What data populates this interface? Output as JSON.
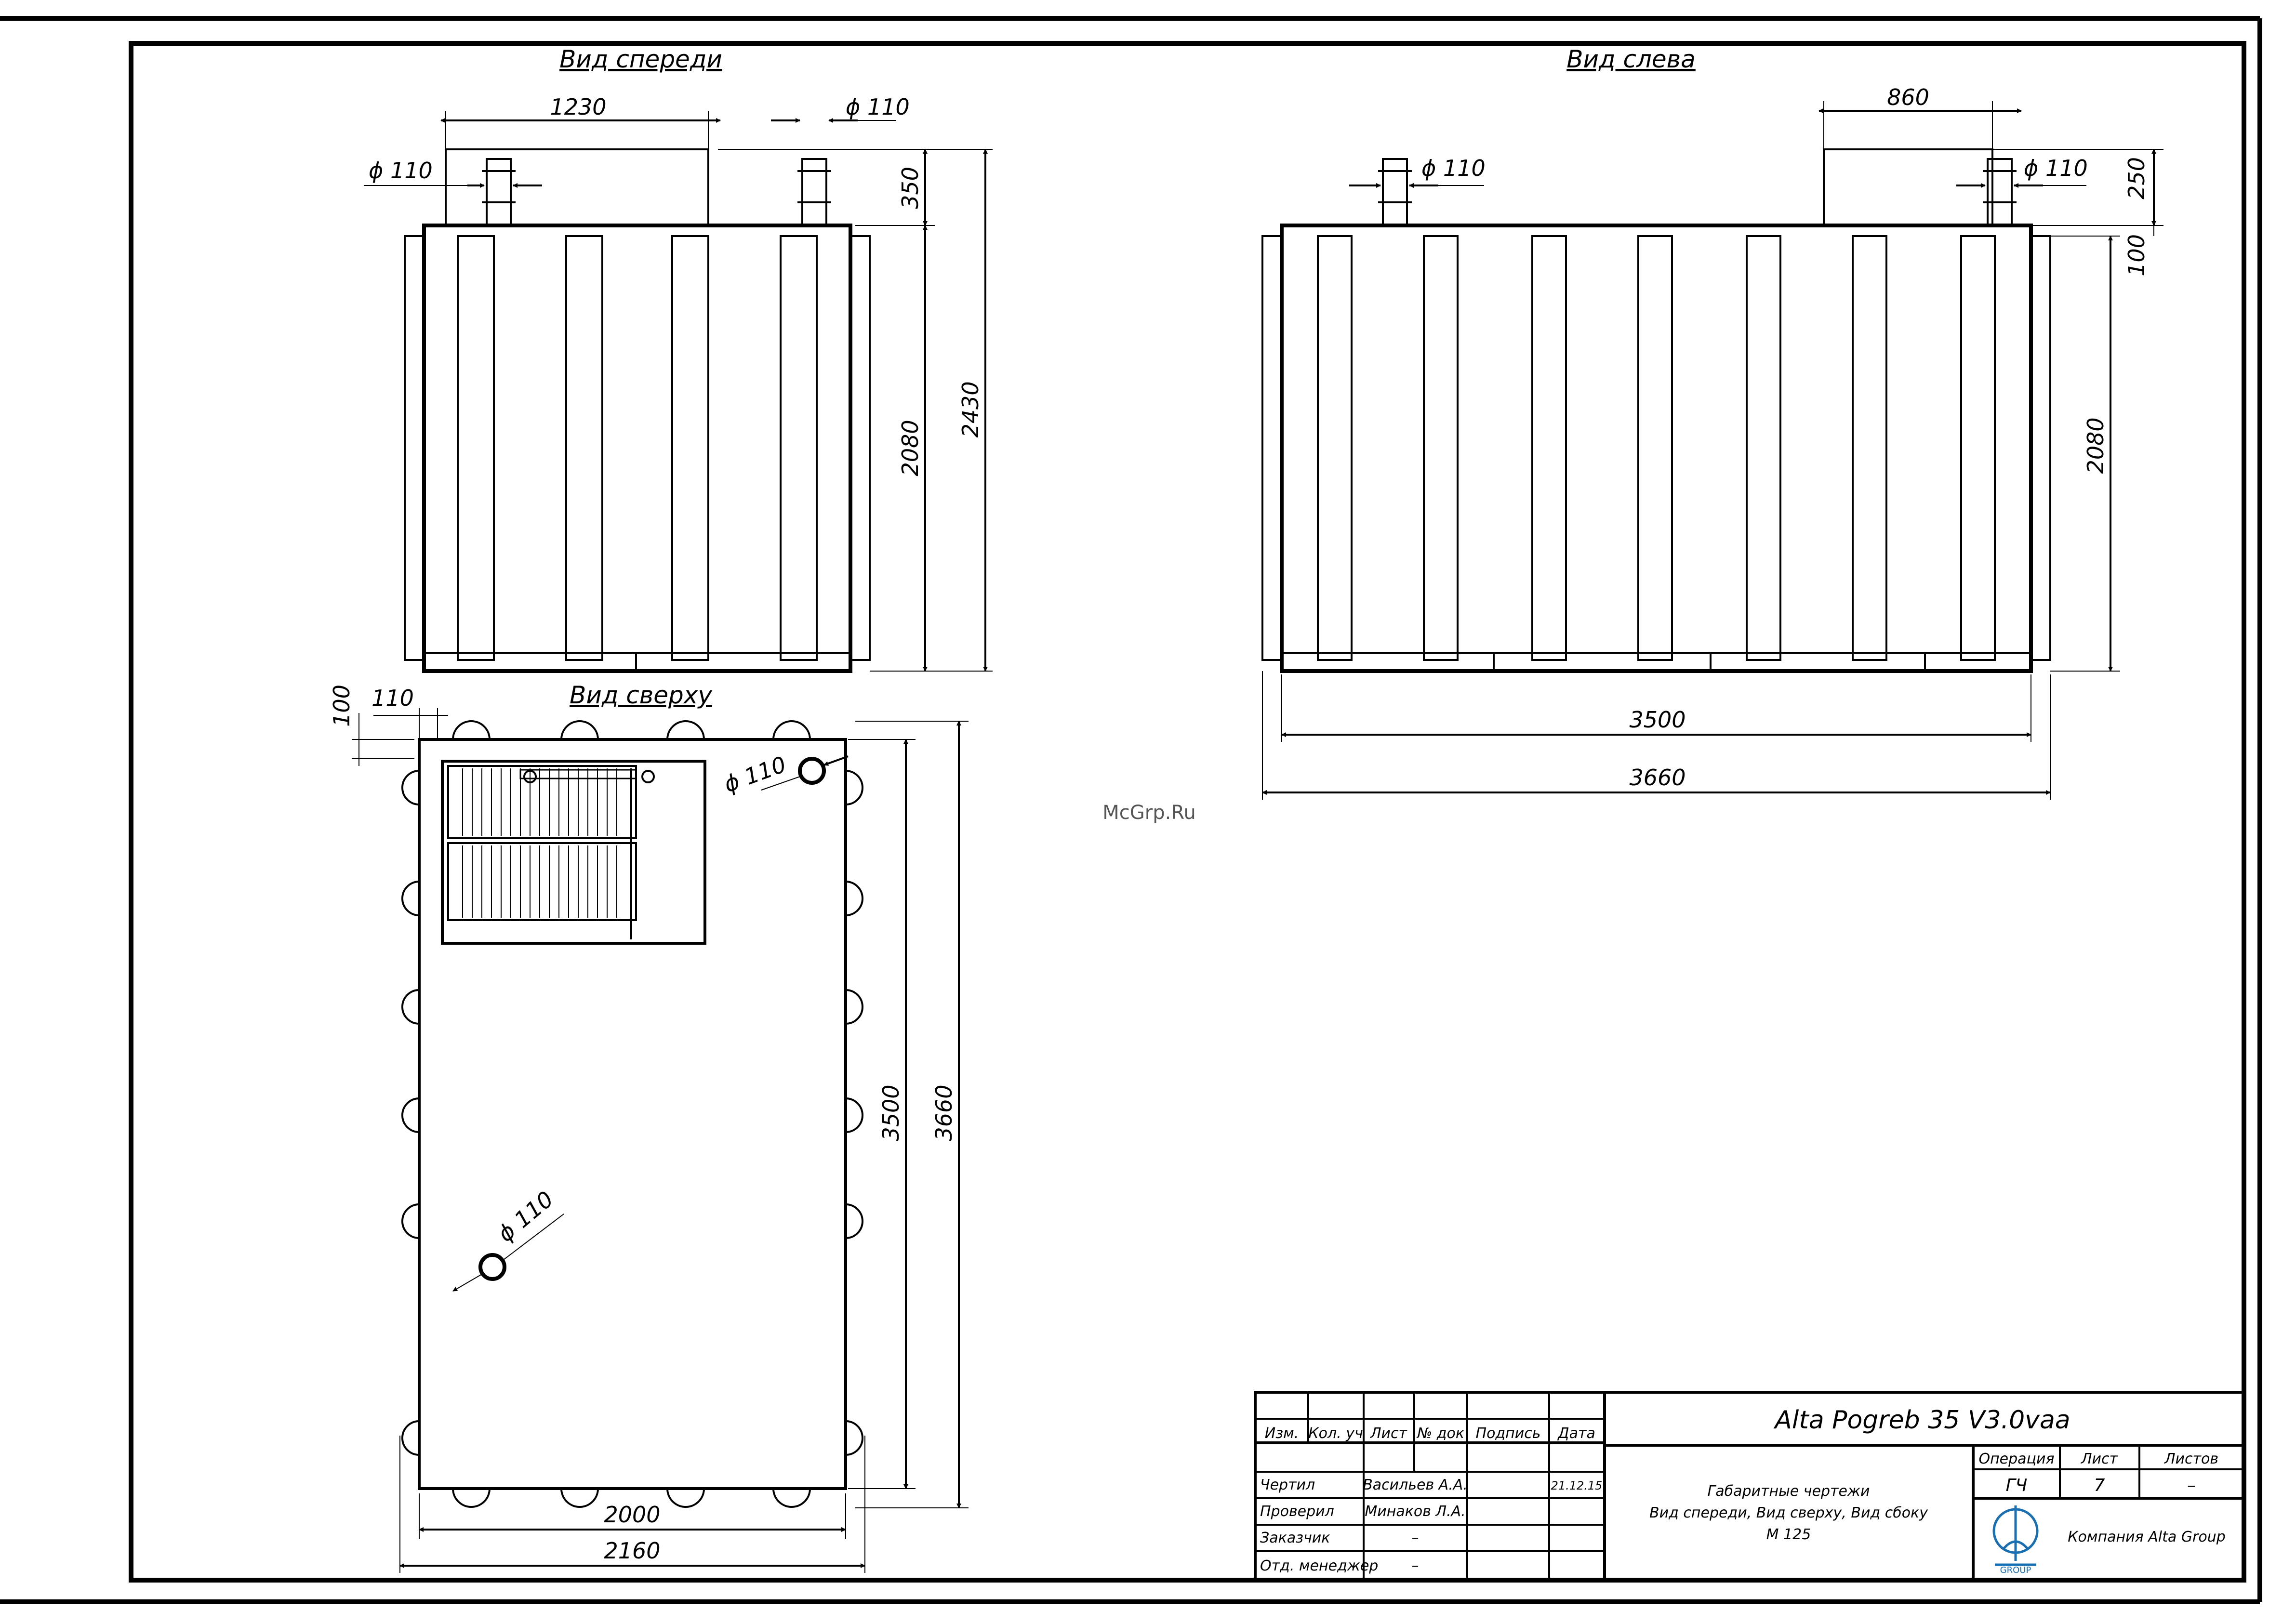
{
  "views": {
    "front": "Вид спереди",
    "left": "Вид слева",
    "top": "Вид сверху"
  },
  "dims": {
    "d110": "ϕ 110",
    "front_top_width": "1230",
    "front_neck_height": "350",
    "front_body_height": "2080",
    "front_total_height": "2430",
    "left_neck_width": "860",
    "left_neck_height": "250",
    "left_offset": "100",
    "left_body_height": "2080",
    "left_length_inner": "3500",
    "left_length_outer": "3660",
    "top_offset_100": "100",
    "top_offset_110": "110",
    "top_length_inner": "3500",
    "top_length_outer": "3660",
    "top_width_inner": "2000",
    "top_width_outer": "2160"
  },
  "watermark": "McGrp.Ru",
  "title_block": {
    "headers": [
      "Изм.",
      "Кол. уч",
      "Лист",
      "№ док",
      "Подпись",
      "Дата"
    ],
    "rows": [
      {
        "role": "Чертил",
        "name": "Васильев А.А.",
        "date": "21.12.15"
      },
      {
        "role": "Проверил",
        "name": "Минаков Л.А.",
        "date": ""
      },
      {
        "role": "Заказчик",
        "name": "–",
        "date": ""
      },
      {
        "role": "Отд. менеджер",
        "name": "–",
        "date": ""
      }
    ],
    "product": "Alta Pogreb 35 V3.0vaa",
    "description": [
      "Габаритные чертежи",
      "Вид спереди, Вид сверху, Вид сбоку",
      "М 125"
    ],
    "operation_label": "Операция",
    "sheet_label": "Лист",
    "sheets_label": "Листов",
    "operation": "ГЧ",
    "sheet": "7",
    "sheets": "–",
    "company": "Компания Alta Group",
    "logo_text": "GROUP"
  }
}
